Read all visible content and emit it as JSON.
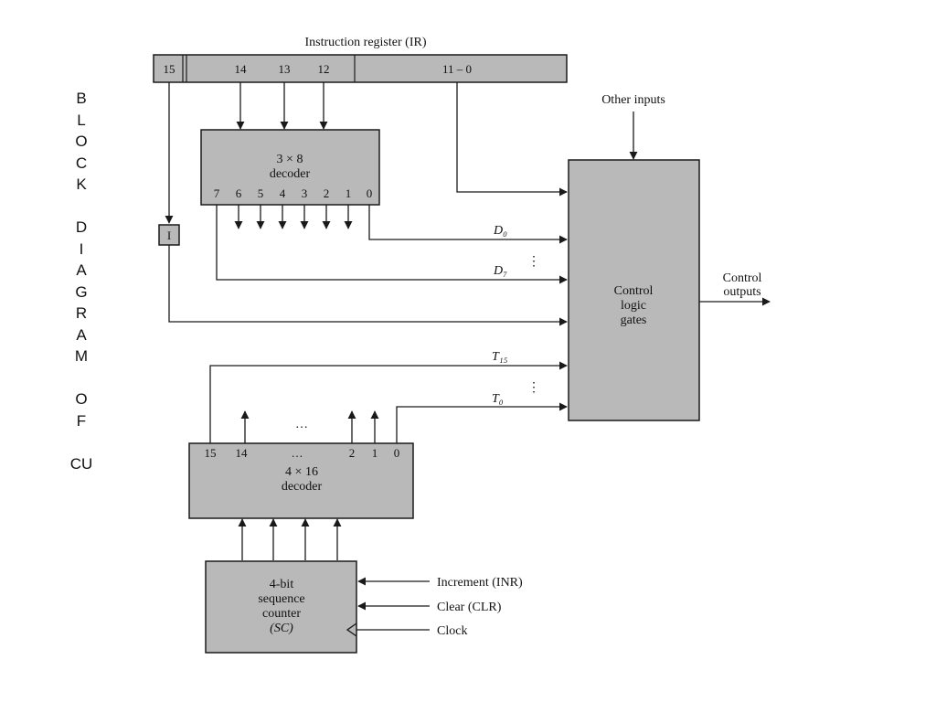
{
  "side_label": [
    "B",
    "L",
    "O",
    "C",
    "K",
    "",
    "D",
    "I",
    "A",
    "G",
    "R",
    "A",
    "M",
    "",
    "O",
    "F",
    "",
    "CU"
  ],
  "ir": {
    "title": "Instruction register (IR)",
    "fields": [
      "15",
      "14",
      "13",
      "12",
      "11 – 0"
    ]
  },
  "decoder3x8": {
    "line1": "3 × 8",
    "line2": "decoder",
    "outputs": [
      "7",
      "6",
      "5",
      "4",
      "3",
      "2",
      "1",
      "0"
    ]
  },
  "flipflop": "I",
  "other_inputs": "Other inputs",
  "signals": {
    "d0": "D₀",
    "d7": "D₇",
    "t15": "T₁₅",
    "t0": "T₀",
    "ellipsis": "⋮",
    "dots": "…"
  },
  "control": {
    "line1": "Control",
    "line2": "logic",
    "line3": "gates"
  },
  "control_outputs": {
    "line1": "Control",
    "line2": "outputs"
  },
  "decoder4x16": {
    "line1": "4 × 16",
    "line2": "decoder",
    "outputs": [
      "15",
      "14",
      "…",
      "2",
      "1",
      "0"
    ]
  },
  "counter": {
    "line1": "4-bit",
    "line2": "sequence",
    "line3": "counter",
    "line4": "(SC)"
  },
  "counter_inputs": [
    "Increment (INR)",
    "Clear (CLR)",
    "Clock"
  ],
  "colors": {
    "fill": "#b9b9b9",
    "line": "#1a1a1a",
    "bg": "#ffffff"
  }
}
